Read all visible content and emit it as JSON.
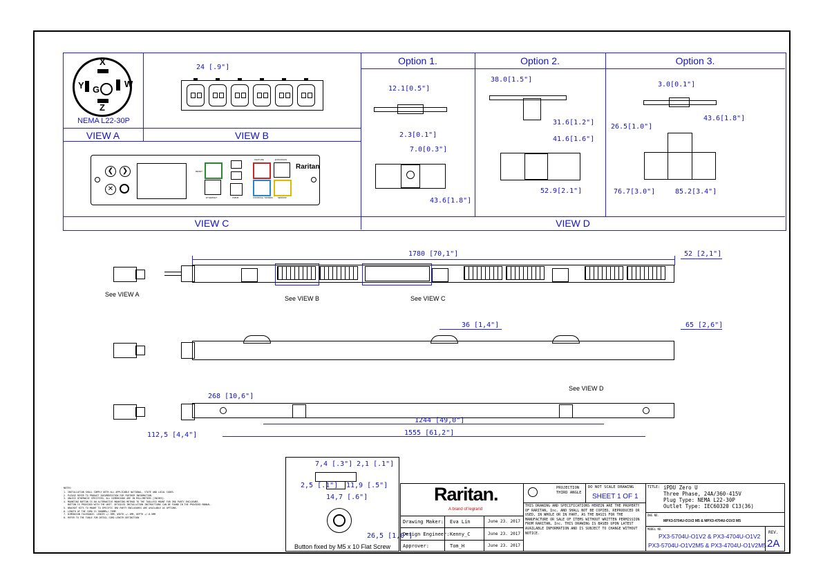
{
  "view_a": {
    "title": "VIEW A",
    "plug_caption": "NEMA L22-30P",
    "pins": [
      "X",
      "Y",
      "G",
      "W",
      "Z"
    ]
  },
  "view_b": {
    "title": "VIEW B",
    "dim": "24 [.9\"]"
  },
  "view_c": {
    "title": "VIEW C",
    "brand": "Raritan",
    "ports": [
      "FEATURE",
      "EXPANSION",
      "ETHERNET",
      "USB-B",
      "CONSOLE / MODEM",
      "SENSOR",
      "RESET"
    ]
  },
  "view_d": {
    "title": "VIEW D"
  },
  "options": [
    {
      "title": "Option 1.",
      "dims": [
        "12.1[0.5\"]",
        "2.3[0.1\"]",
        "7.0[0.3\"]",
        "43.6[1.8\"]"
      ]
    },
    {
      "title": "Option  2.",
      "dims": [
        "38.0[1.5\"]",
        "31.6[1.2\"]",
        "41.6[1.6\"]",
        "52.9[2.1\"]"
      ]
    },
    {
      "title": "Option 3.",
      "dims": [
        "3.0[0.1\"]",
        "26.5[1.0\"]",
        "43.6[1.8\"]",
        "76.7[3.0\"]",
        "85.2[3.4\"]"
      ]
    }
  ],
  "front": {
    "length": "1780 [70,1\"]",
    "depth": "52 [2,1\"]",
    "see_a": "See VIEW A",
    "see_b": "See VIEW B",
    "see_c": "See VIEW C"
  },
  "side": {
    "bracket": "36 [1,4\"]",
    "height": "65 [2,6\"]"
  },
  "back": {
    "see_d": "See VIEW D",
    "d1": "268 [10,6\"]",
    "d2": "1244 [49,0\"]",
    "d3": "112,5 [4,4\"]",
    "d4": "1555 [61,2\"]"
  },
  "button": {
    "caption": "Button fixed by M5 x 10 Flat Screw",
    "dims": [
      "7,4 [.3\"]",
      "2,1 [.1\"]",
      "2,5 [.1\"]",
      "11,9 [.5\"]",
      "14,7 [.6\"]",
      "26,5 [1,0\"]"
    ]
  },
  "notes": {
    "header": "NOTES:",
    "lines": [
      "1. INSTALLATION SHALL COMPLY WITH ALL APPLICABLE NATIONAL, STATE AND LOCAL CODES.",
      "2. PLEASE REFER TO PRODUCT DOCUMENTATION FOR FURTHER INFORMATION.",
      "3. UNLESS OTHERWISE SPECIFIED, ALL DIMENSIONS ARE IN MILLIMETERS [INCHES].",
      "4. MOUNTING BUTTON IS AN ALTERNATIVE MOUNTING METHOD TO THE TOOLLESS MOUNT FOR 3RD PARTY ENCLOSURE.",
      "   BUTTON IS PROVIDED WITH THE UNIT. DETAILED INSTALLATION INSTRUCTIONS CAN BE FOUND IN THE PROVIDED MANUAL.",
      "5. BRACKET KITS TO MOUNT TO SPECIFIC 3RD PARTY ENCLOSURES ARE AVAILABLE AS OPTIONS.",
      "6. LENGTH OF THE CORD IS 3000MM+/-75MM",
      "7. DIMENSION TOLERANCE: LENGTH +/-3MM, WIDTH +/-1MM, DEPTH +/-0.5MM",
      "8. REFER TO THE TABLE FOR DETAIL CORD LENGTH DEFINITION"
    ]
  },
  "title_block": {
    "logo": "Raritan.",
    "tagline": "A brand of  legrand",
    "maker_label": "Drawing Maker:",
    "maker": "Eva Lin",
    "maker_date": "June 23. 2017",
    "engineer_label": "Design Engineer:",
    "engineer": "Kenny_C",
    "engineer_date": "June 23. 2017",
    "approver_label": "Approver:",
    "approver": "Tom_H",
    "approver_date": "June 23. 2017",
    "projection": "PROJECTION\nTHIRD ANGLE",
    "no_scale": "DO NOT SCALE DRAWING",
    "sheet": "SHEET 1 OF 1",
    "disclaimer": "THIS DRAWING AND SPECIFICATIONS HEREIN ARE THE PROPERTY OF RARITAN, Inc. AND SHALL NOT BE COPIED, REPRODUCED OR USED, IN WHOLE OR IN PART, AS THE BASIS FOR THE MANUFACTURE OR SALE OF ITEMS WITHOUT WRITTEN PERMISSION FROM RARITAN, Inc. THIS DRAWING IS BASED UPON LATEST AVAILABLE INFORMATION AND IS SUBJECT TO CHANGE WITHOUT NOTICE.",
    "title_label": "TITLE:",
    "title_lines": [
      "iPDU Zero U",
      "Three Phase, 24A/360-415V",
      "Plug Type: NEMA L22-30P",
      "Outlet Type: IEC60320 C13(36)"
    ],
    "dwg_label": "DWG NO.",
    "dwg_no": "MPX3-5704U-O1V2 M5 & MPX3-4704U-O1V2 M5",
    "model_label": "MODEL NO.",
    "model_lines": [
      "PX3-5704U-O1V2 & PX3-4704U-O1V2",
      "PX3-5704U-O1V2M5 & PX3-4704U-O1V2M5"
    ],
    "rev_label": "REV.",
    "rev": "2A"
  },
  "colors": {
    "blue": "#1111cc",
    "red": "#cc0000"
  }
}
